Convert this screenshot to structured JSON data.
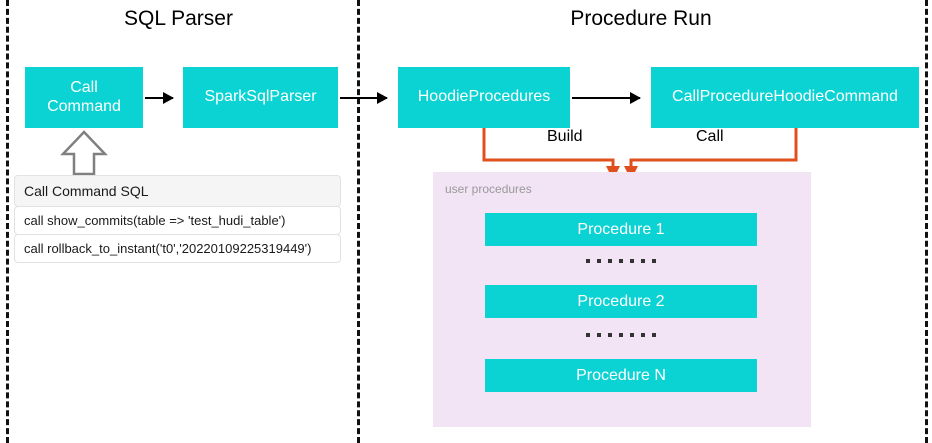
{
  "sections": {
    "sql_parser": {
      "title": "SQL Parser"
    },
    "procedure_run": {
      "title": "Procedure Run"
    }
  },
  "boxes": {
    "call_command": "Call\nCommand",
    "call_command_line1": "Call",
    "call_command_line2": "Command",
    "spark_sql_parser": "SparkSqlParser",
    "hoodie_procedures": "HoodieProcedures",
    "call_procedure_hoodie_command": "CallProcedureHoodieCommand"
  },
  "sql_table": {
    "header": "Call Command SQL",
    "rows": [
      "call show_commits(table => 'test_hudi_table')",
      "call rollback_to_instant('t0','20220109225319449')"
    ]
  },
  "connectors": {
    "build_label": "Build",
    "call_label": "Call"
  },
  "procedures_panel": {
    "caption": "user procedures",
    "items": [
      "Procedure 1",
      "Procedure 2",
      "Procedure N"
    ]
  },
  "colors": {
    "teal": "#0BD3D3",
    "panel_pink": "#F2E3F5",
    "connector_orange": "#E0501E",
    "arrow_black": "#000000",
    "caption_gray": "#9A9A9A"
  },
  "icons": {
    "up_block_arrow": "up-block-arrow-icon",
    "right_arrow": "right-arrow-icon",
    "down_arrow": "down-arrow-icon",
    "ellipsis_dots": "ellipsis-dots-icon"
  }
}
